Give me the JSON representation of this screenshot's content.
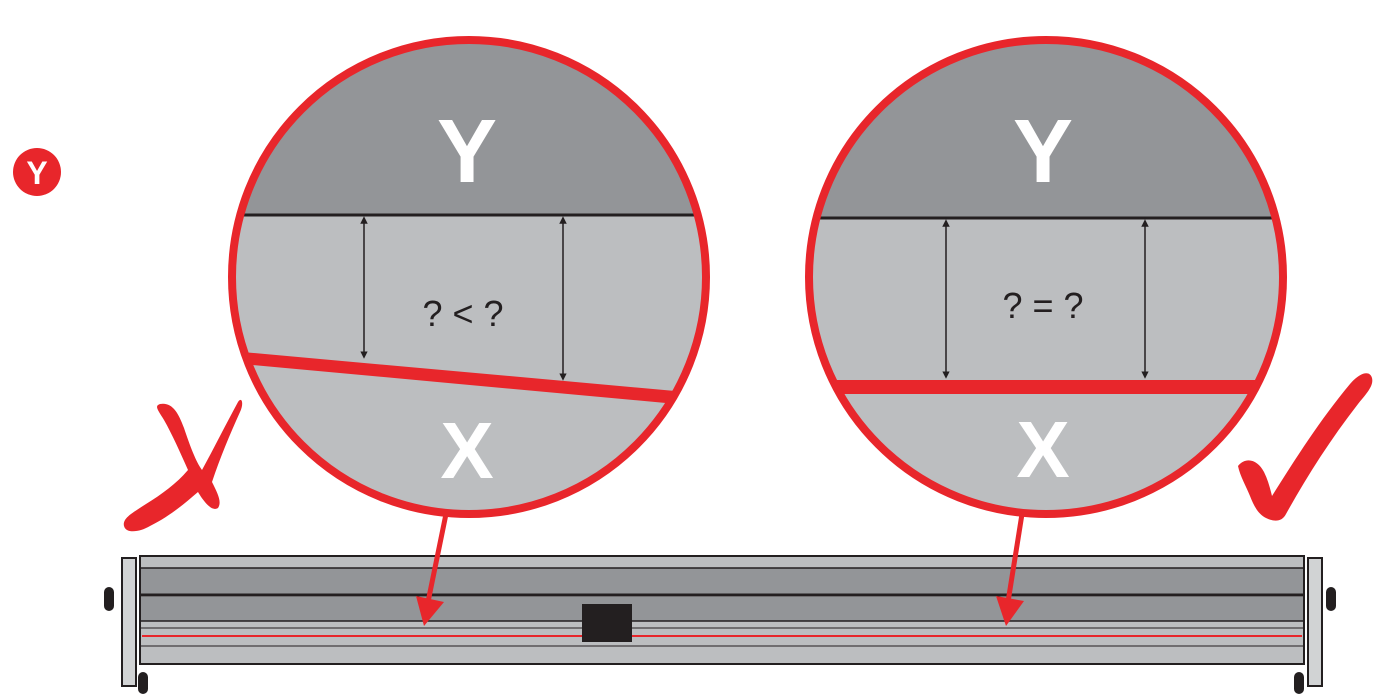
{
  "step_badge": {
    "label": "Y"
  },
  "left_panel": {
    "top_label": "Y",
    "bottom_label": "X",
    "comparison": "? < ?",
    "verdict_icon": "cross-mark-icon"
  },
  "right_panel": {
    "top_label": "Y",
    "bottom_label": "X",
    "comparison": "? = ?",
    "verdict_icon": "check-mark-icon"
  },
  "colors": {
    "accent_red": "#e8262b",
    "dark_gray": "#939598",
    "light_gray": "#bcbec0",
    "rail_gray": "#a7a9ac",
    "line_black": "#231f20"
  }
}
